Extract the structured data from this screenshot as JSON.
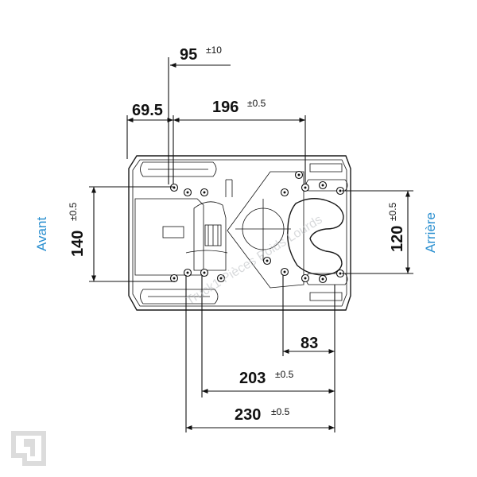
{
  "dimensions": {
    "d95": {
      "value": "95",
      "tolerance": "±10"
    },
    "d69_5": {
      "value": "69.5"
    },
    "d196": {
      "value": "196",
      "tolerance": "±0.5"
    },
    "d140": {
      "value": "140",
      "tolerance": "±0.5"
    },
    "d120": {
      "value": "120",
      "tolerance": "±0.5"
    },
    "d83": {
      "value": "83"
    },
    "d203": {
      "value": "203",
      "tolerance": "±0.5"
    },
    "d230": {
      "value": "230",
      "tolerance": "±0.5"
    }
  },
  "labels": {
    "front": "Avant",
    "rear": "Arrière"
  },
  "watermark": {
    "text": "Truck1 Pièces Poids Lourds",
    "logo": "truck1-logo"
  }
}
